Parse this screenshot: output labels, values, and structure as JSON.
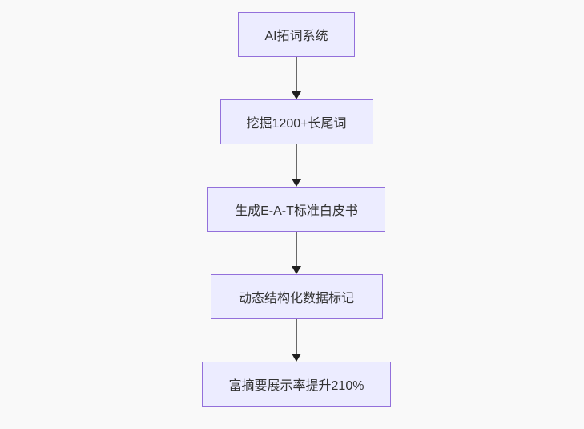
{
  "diagram": {
    "type": "flowchart",
    "direction": "top-down",
    "nodes": [
      {
        "id": "step-1",
        "label": "AI拓词系统"
      },
      {
        "id": "step-2",
        "label": "挖掘1200+长尾词"
      },
      {
        "id": "step-3",
        "label": "生成E-A-T标准白皮书"
      },
      {
        "id": "step-4",
        "label": "动态结构化数据标记"
      },
      {
        "id": "step-5",
        "label": "富摘要展示率提升210%"
      }
    ],
    "edges": [
      {
        "from": "AI拓词系统",
        "to": "挖掘1200+长尾词"
      },
      {
        "from": "挖掘1200+长尾词",
        "to": "生成E-A-T标准白皮书"
      },
      {
        "from": "生成E-A-T标准白皮书",
        "to": "动态结构化数据标记"
      },
      {
        "from": "动态结构化数据标记",
        "to": "富摘要展示率提升210%"
      }
    ],
    "colors": {
      "node_fill": "#ececff",
      "node_border": "#9370db",
      "node_text": "#333333",
      "edge_line": "#696969",
      "arrowhead": "#1f1f1f",
      "background": "#f9f9f9"
    }
  }
}
